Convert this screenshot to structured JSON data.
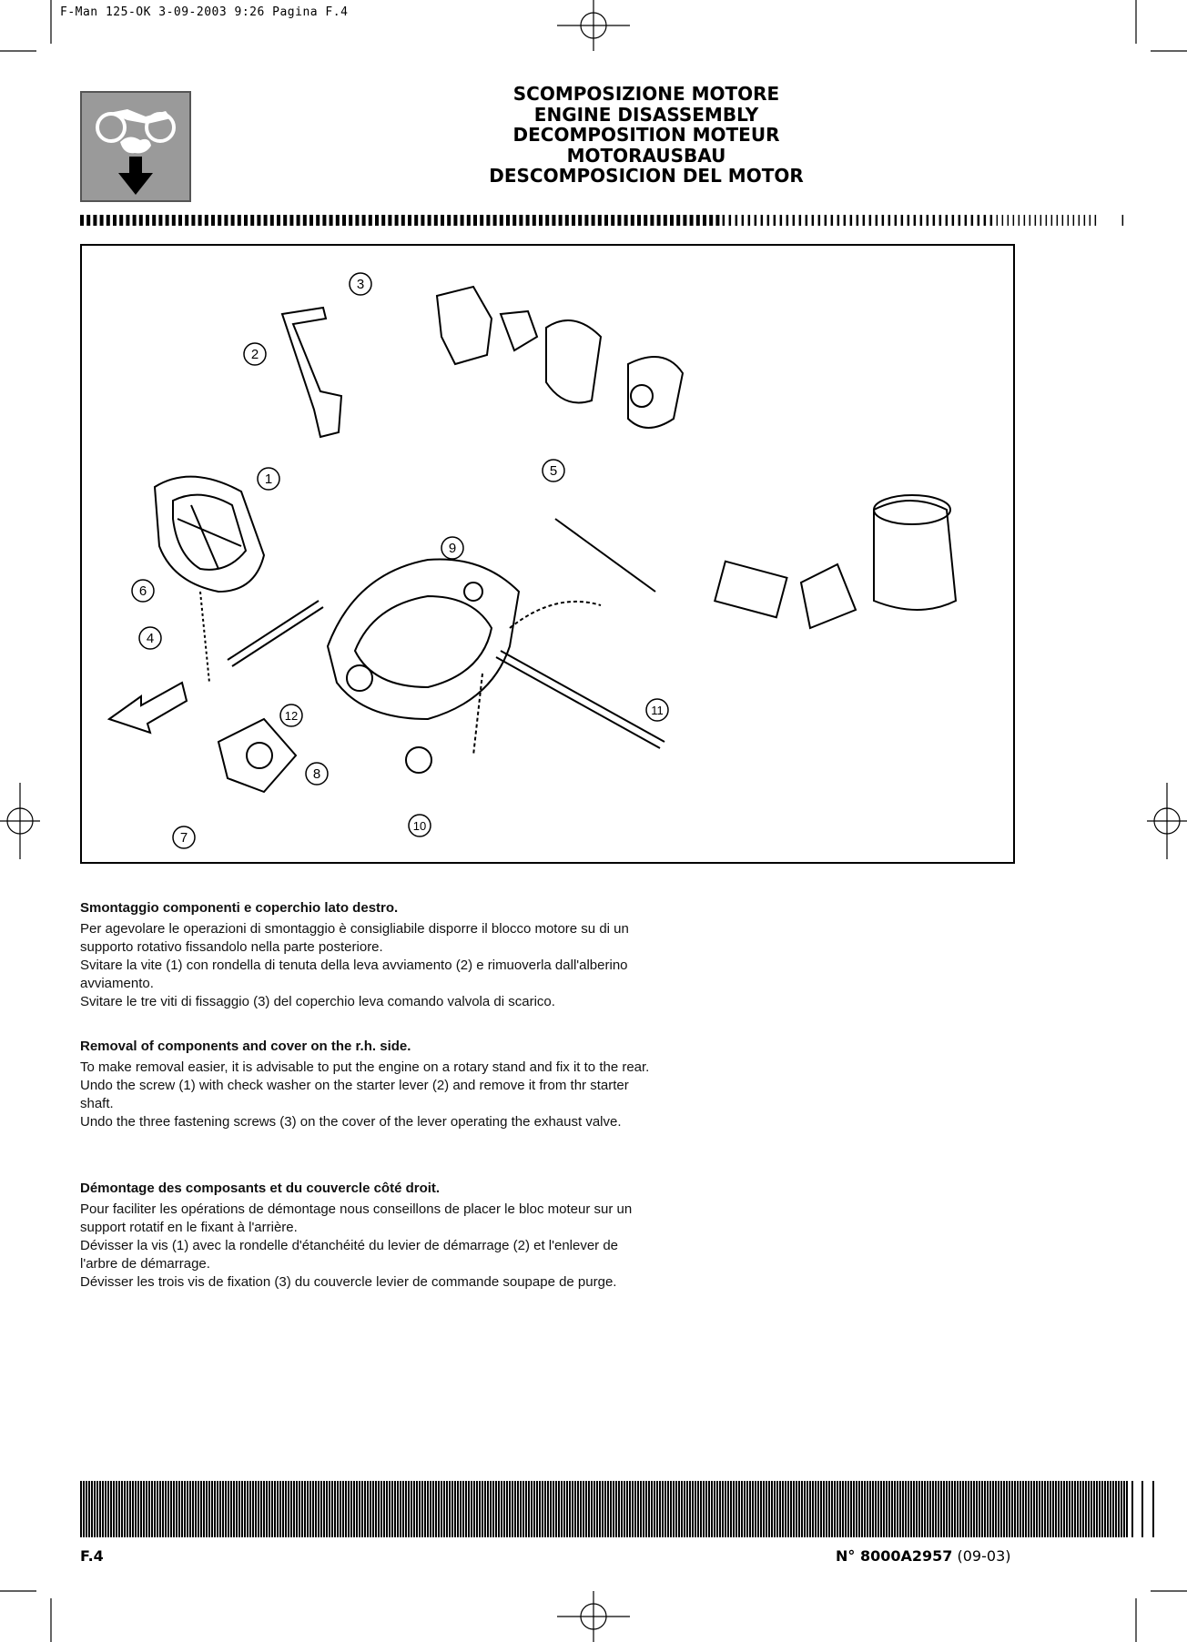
{
  "slug": "F-Man 125-OK   3-09-2003  9:26  Pagina F.4",
  "titles": [
    "SCOMPOSIZIONE MOTORE",
    "ENGINE DISASSEMBLY",
    "DECOMPOSITION MOTEUR",
    "MOTORAUSBAU",
    "DESCOMPOSICION DEL MOTOR"
  ],
  "callouts": [
    "1",
    "2",
    "3",
    "4",
    "5",
    "6",
    "7",
    "8",
    "9",
    "10",
    "11",
    "12"
  ],
  "sections": [
    {
      "heading": "Smontaggio componenti e coperchio lato destro.",
      "paragraphs": [
        "Per agevolare le operazioni di smontaggio è consigliabile disporre il blocco motore su di un supporto rotativo fissandolo nella parte posteriore.",
        "Svitare la vite (1) con rondella di tenuta della leva avviamento (2) e rimuoverla dall'alberino avviamento.",
        "Svitare le tre viti di fissaggio (3) del coperchio leva comando valvola di scarico."
      ]
    },
    {
      "heading": "Removal of components and cover on the r.h. side.",
      "paragraphs": [
        "To make removal easier, it is advisable to put the engine on a rotary stand and fix it to the rear.",
        "Undo the screw (1) with check washer on the starter lever (2) and remove it from thr starter shaft.",
        "Undo the three fastening screws (3) on the cover of the lever operating the exhaust valve."
      ]
    },
    {
      "heading": "Démontage des composants et du couvercle côté droit.",
      "paragraphs": [
        "Pour faciliter les opérations de démontage nous conseillons de placer le bloc moteur sur un support rotatif en le fixant à l'arrière.",
        "Dévisser la vis (1) avec la rondelle d'étanchéité du levier de démarrage (2) et l'enlever de l'arbre de démarrage.",
        "Dévisser les trois vis de fixation (3) du couvercle levier de commande soupape de purge."
      ]
    }
  ],
  "footer": {
    "page": "F.4",
    "doc_prefix": "N° ",
    "doc_number": "8000A2957",
    "doc_date": " (09-03)"
  }
}
